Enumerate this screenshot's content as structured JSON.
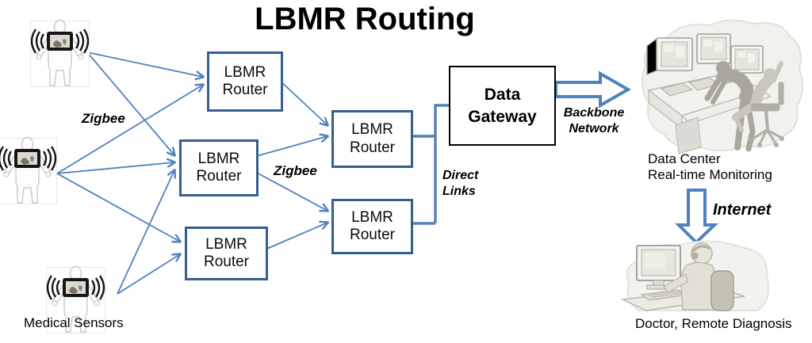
{
  "title": "LBMR Routing",
  "routers": [
    {
      "label": "LBMR Router"
    },
    {
      "label": "LBMR Router"
    },
    {
      "label": "LBMR Router"
    },
    {
      "label": "LBMR Router"
    },
    {
      "label": "LBMR Router"
    }
  ],
  "gateway": {
    "label": "Data Gateway"
  },
  "labels": {
    "zigbee_left": "Zigbee",
    "zigbee_mid": "Zigbee",
    "direct_links": "Direct Links",
    "backbone_network": "Backbone Network",
    "internet": "Internet",
    "medical_sensors": "Medical Sensors",
    "data_center": [
      "Data Center",
      "Real-time Monitoring"
    ],
    "doctor": "Doctor, Remote Diagnosis"
  },
  "icons": {
    "body_sensor": "wireless-body-sensor-icon",
    "data_center": "data-center-monitoring-clipart",
    "doctor": "doctor-at-computer-clipart"
  },
  "colors": {
    "link_blue": "#4f81bd",
    "router_border": "#365f91",
    "gateway_border": "#000000",
    "text": "#000000",
    "clipart_dark_gray": "#a9a79b",
    "clipart_light_gray": "#c9c7ba"
  }
}
